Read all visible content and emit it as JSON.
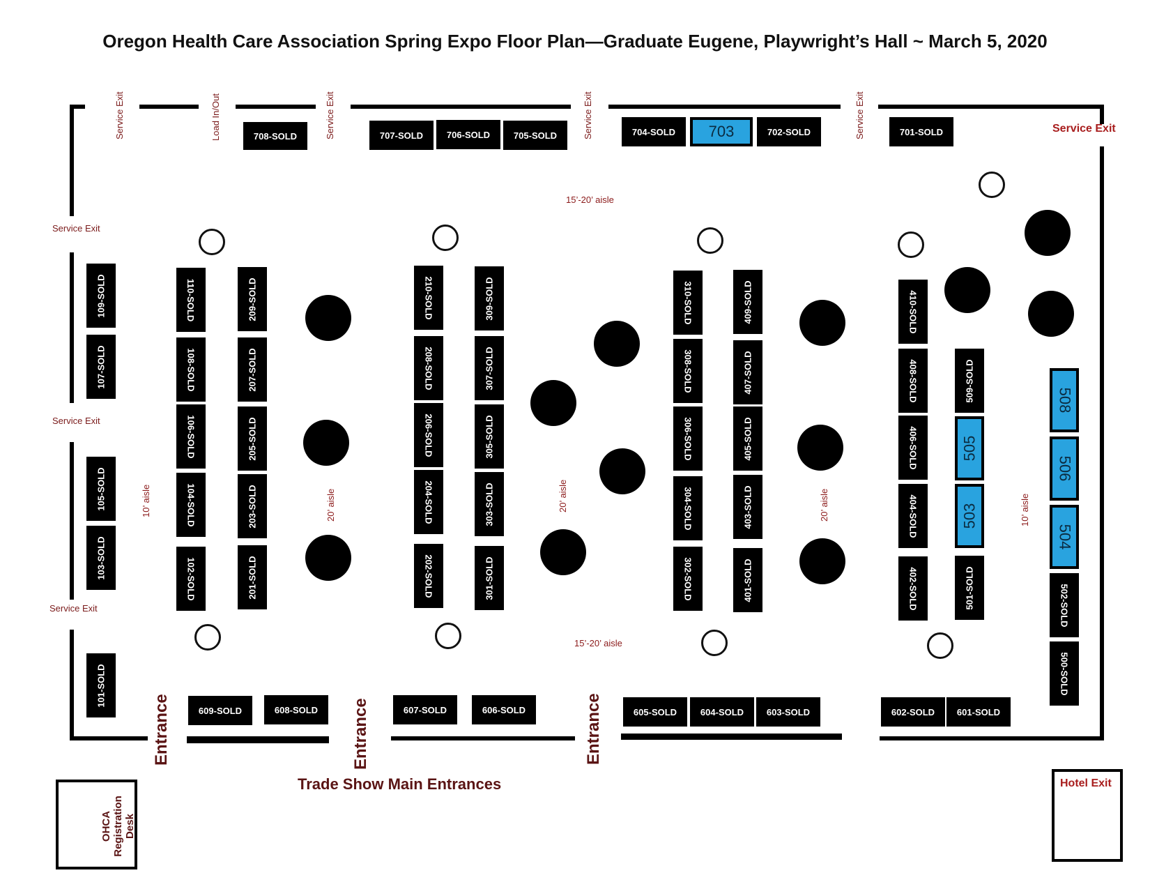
{
  "title": "Oregon Health Care Association Spring Expo Floor Plan—Graduate Eugene, Playwright’s Hall ~ March 5, 2020",
  "labels": {
    "service_exit": "Service Exit",
    "load_in_out": "Load In/Out",
    "aisle_15_20": "15’-20’ aisle",
    "aisle_10": "10’ aisle",
    "aisle_20": "20’ aisle",
    "entrance": "Entrance",
    "main_entrances": "Trade Show Main Entrances",
    "registration_desk": "OHCA Registration Desk",
    "hotel_exit": "Hotel Exit"
  },
  "booths": {
    "b708": "708-SOLD",
    "b707": "707-SOLD",
    "b706": "706-SOLD",
    "b705": "705-SOLD",
    "b704": "704-SOLD",
    "b703": "703",
    "b702": "702-SOLD",
    "b701": "701-SOLD",
    "b109": "109-SOLD",
    "b107": "107-SOLD",
    "b105": "105-SOLD",
    "b103": "103-SOLD",
    "b101": "101-SOLD",
    "b110": "110-SOLD",
    "b108": "108-SOLD",
    "b106": "106-SOLD",
    "b104": "104-SOLD",
    "b102": "102-SOLD",
    "b209": "209-SOLD",
    "b207": "207-SOLD",
    "b205": "205-SOLD",
    "b203": "203-SOLD",
    "b201": "201-SOLD",
    "b210": "210-SOLD",
    "b208": "208-SOLD",
    "b206": "206-SOLD",
    "b204": "204-SOLD",
    "b202": "202-SOLD",
    "b309": "309-SOLD",
    "b307": "307-SOLD",
    "b305": "305-SOLD",
    "b303": "303-SOLD",
    "b301": "301-SOLD",
    "b310": "310-SOLD",
    "b308": "308-SOLD",
    "b306": "306-SOLD",
    "b304": "304-SOLD",
    "b302": "302-SOLD",
    "b409": "409-SOLD",
    "b407": "407-SOLD",
    "b405": "405-SOLD",
    "b403": "403-SOLD",
    "b401": "401-SOLD",
    "b410": "410-SOLD",
    "b408": "408-SOLD",
    "b406": "406-SOLD",
    "b404": "404-SOLD",
    "b402": "402-SOLD",
    "b509": "509-SOLD",
    "b505": "505",
    "b503": "503",
    "b501": "501-SOLD",
    "b508": "508",
    "b506": "506",
    "b504": "504",
    "b502": "502-SOLD",
    "b500": "500-SOLD",
    "b609": "609-SOLD",
    "b608": "608-SOLD",
    "b607": "607-SOLD",
    "b606": "606-SOLD",
    "b605": "605-SOLD",
    "b604": "604-SOLD",
    "b603": "603-SOLD",
    "b602": "602-SOLD",
    "b601": "601-SOLD"
  },
  "colors": {
    "available": "#29a3df",
    "sold": "#000000",
    "label_red": "#a81d1d",
    "entrance_brown": "#5a1414"
  }
}
